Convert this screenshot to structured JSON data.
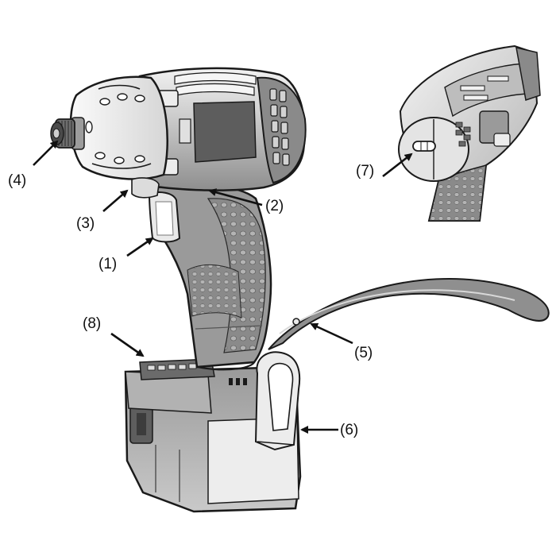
{
  "callouts": [
    {
      "id": "1",
      "label": "(1)"
    },
    {
      "id": "2",
      "label": "(2)"
    },
    {
      "id": "3",
      "label": "(3)"
    },
    {
      "id": "4",
      "label": "(4)"
    },
    {
      "id": "5",
      "label": "(5)"
    },
    {
      "id": "6",
      "label": "(6)"
    },
    {
      "id": "7",
      "label": "(7)"
    },
    {
      "id": "8",
      "label": "(8)"
    }
  ],
  "colors": {
    "background": "#ffffff",
    "outline": "#1a1a1a",
    "grip_dark": "#7d7d7d",
    "body_mid": "#a9a9a9",
    "body_light": "#e3e3e3",
    "strap": "#8f8f8f"
  }
}
